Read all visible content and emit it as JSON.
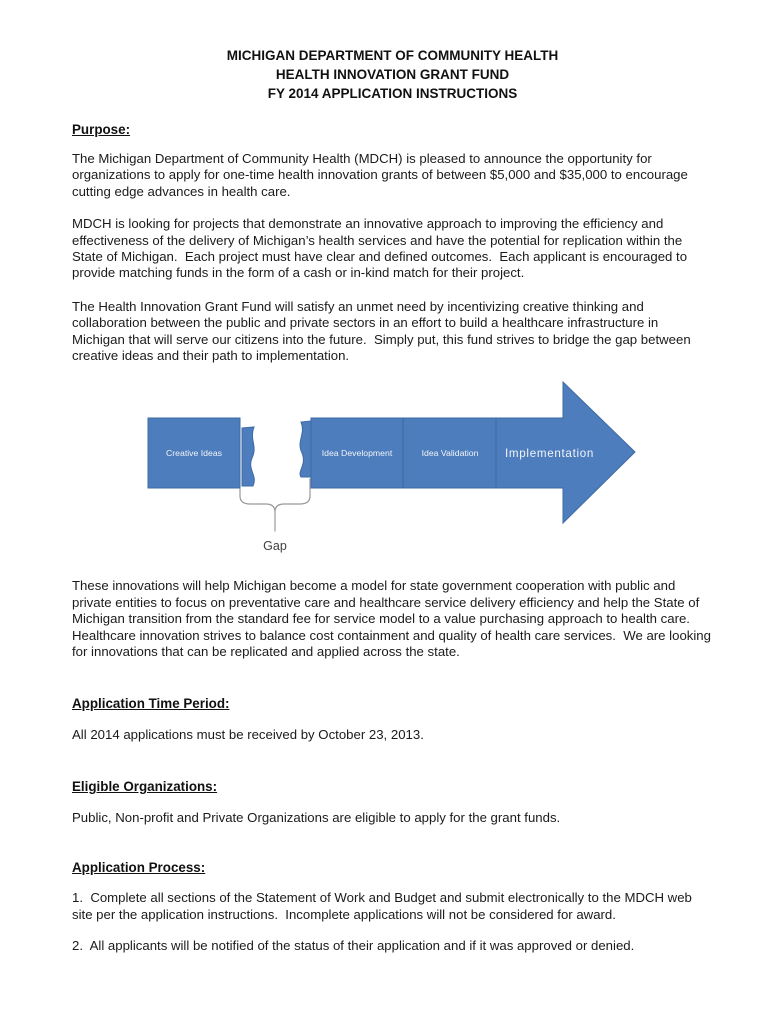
{
  "doc": {
    "title_lines": [
      "MICHIGAN DEPARTMENT OF COMMUNITY HEALTH",
      "HEALTH INNOVATION GRANT FUND",
      "FY 2014 APPLICATION INSTRUCTIONS"
    ],
    "purpose_heading": "Purpose:",
    "purpose_p1": "The Michigan Department of Community Health (MDCH) is pleased to announce the opportunity for organizations to apply for one-time health innovation grants of between $5,000 and $35,000 to encourage cutting edge advances in health care.",
    "purpose_p2": "MDCH is looking for projects that demonstrate an innovative approach to improving the efficiency and effectiveness of the delivery of Michigan’s health services and have the potential for replication within the State of Michigan.  Each project must have clear and defined outcomes.  Each applicant is encouraged to provide matching funds in the form of a cash or in-kind match for their project.",
    "purpose_p3": "The Health Innovation Grant Fund will satisfy an unmet need by incentivizing creative thinking and collaboration between the public and private sectors in an effort to build a healthcare infrastructure in Michigan that will serve our citizens into the future.  Simply put, this fund strives to bridge the gap between creative ideas and their path to implementation.",
    "after_diagram_p": "These innovations will help Michigan become a model for state government cooperation with public and private entities to focus on preventative care and healthcare service delivery efficiency and help the State of Michigan transition from the standard fee for service model to a value purchasing approach to health care.  Healthcare innovation strives to balance cost containment and quality of health care services.  We are looking for innovations that can be replicated and applied across the state.",
    "time_period_heading": "Application Time Period:",
    "time_period_text": "All 2014 applications must be received by October 23, 2013.",
    "eligible_heading": "Eligible Organizations:",
    "eligible_text": "Public, Non-profit and Private Organizations are eligible to apply for the grant funds.",
    "process_heading": "Application Process:",
    "process_items": [
      "1.  Complete all sections of the Statement of Work and Budget and submit electronically to the MDCH web site per the application instructions.  Incomplete applications will not be considered for award.",
      "2.  All applicants will be notified of the status of their application and if it was approved or denied."
    ]
  },
  "diagram": {
    "creative_ideas_label": "Creative Ideas",
    "idea_development_label": "Idea Development",
    "idea_validation_label": "Idea Validation",
    "implementation_label": "Implementation",
    "gap_label": "Gap",
    "colors": {
      "fill": "#4d7dbd",
      "stroke": "#3e6ba3",
      "label": "#f2f4f8",
      "brace": "#999999",
      "gap_text": "#3f3f3f"
    }
  }
}
